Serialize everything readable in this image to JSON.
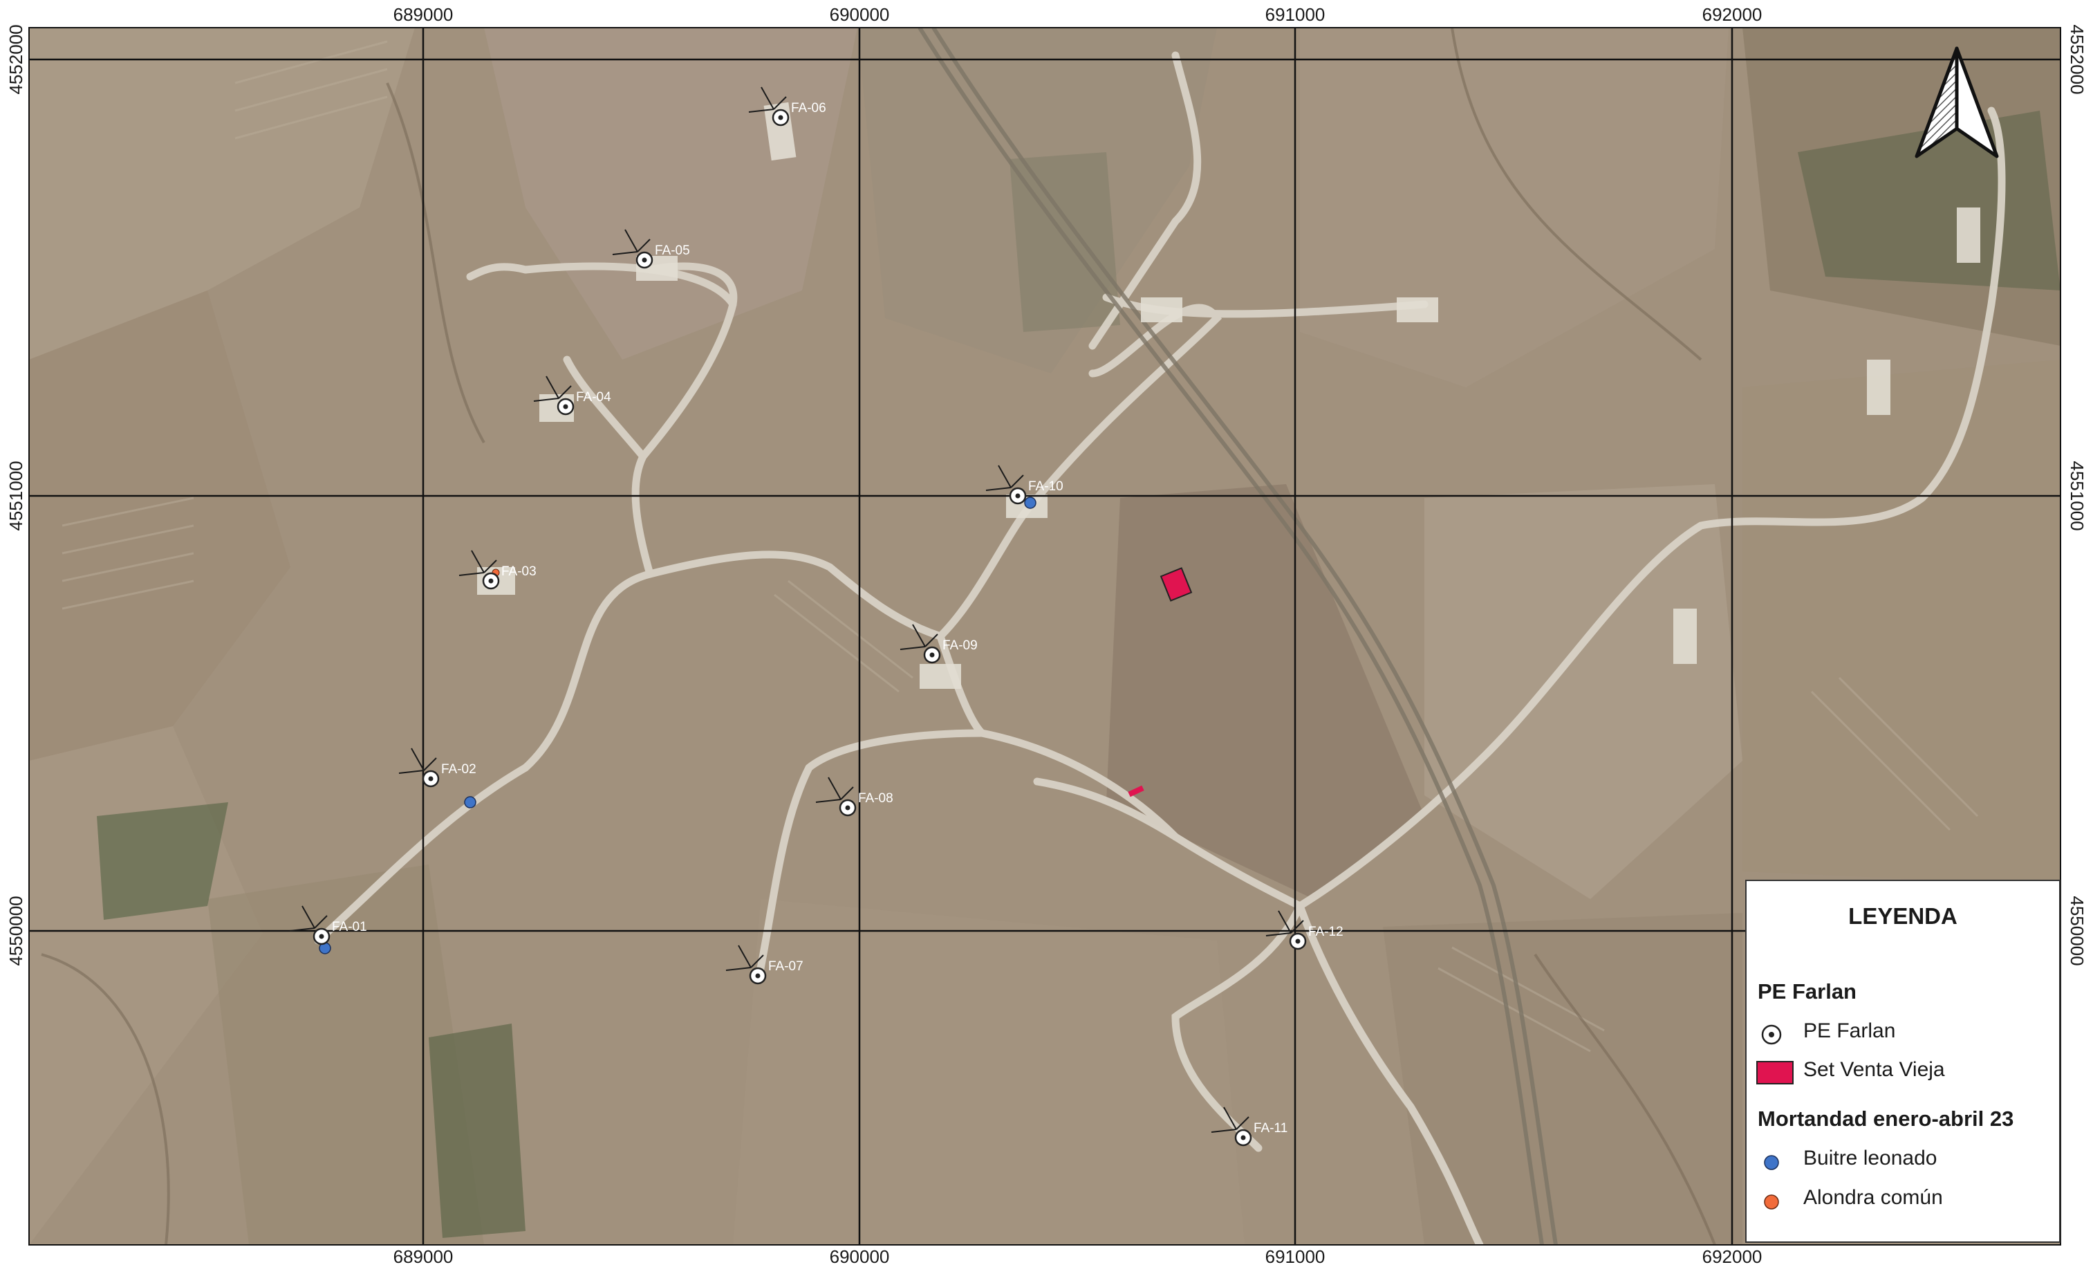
{
  "map": {
    "grid_x_labels": [
      "689000",
      "690000",
      "691000",
      "692000"
    ],
    "grid_y_labels": [
      "4552000",
      "4551000",
      "4550000"
    ],
    "turbines": [
      {
        "id": "FA-01"
      },
      {
        "id": "FA-02"
      },
      {
        "id": "FA-03"
      },
      {
        "id": "FA-04"
      },
      {
        "id": "FA-05"
      },
      {
        "id": "FA-06"
      },
      {
        "id": "FA-07"
      },
      {
        "id": "FA-08"
      },
      {
        "id": "FA-09"
      },
      {
        "id": "FA-10"
      },
      {
        "id": "FA-11"
      },
      {
        "id": "FA-12"
      }
    ],
    "north_arrow_icon": "north-arrow-icon"
  },
  "legend": {
    "title": "LEYENDA",
    "group1_title": "PE Farlan",
    "item_turbine": "PE Farlan",
    "item_substation": "Set Venta Vieja",
    "group2_title": "Mortandad enero-abril 23",
    "item_vulture": "Buitre leonado",
    "item_lark": "Alondra común"
  },
  "colors": {
    "substation": "#e01450",
    "vulture": "#3f74c8",
    "lark": "#f26b3a",
    "grid": "#111111",
    "terrain": "#a1917d",
    "road": "#d8d2c6"
  }
}
